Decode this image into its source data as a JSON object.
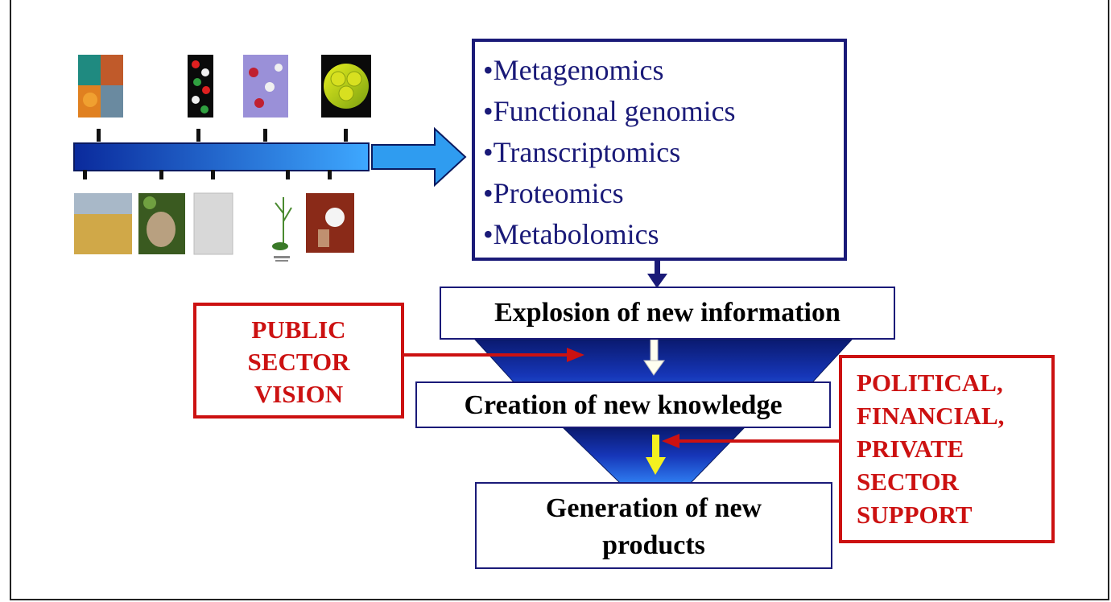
{
  "omics_list": {
    "items": [
      "•Metagenomics",
      "•Functional genomics",
      "•Transcriptomics",
      "•Proteomics",
      "•Metabolomics"
    ]
  },
  "funnel": {
    "stage1": "Explosion of new information",
    "stage2": "Creation of new knowledge",
    "stage3_line1": "Generation of new",
    "stage3_line2": "products"
  },
  "public_box": {
    "line1": "PUBLIC",
    "line2": "SECTOR",
    "line3": "VISION"
  },
  "support_box": {
    "line1": "POLITICAL,",
    "line2": "FINANCIAL,",
    "line3": "PRIVATE",
    "line4": "SECTOR",
    "line5": "SUPPORT"
  },
  "images_above": [
    "colorful-biomolecule-collage-image",
    "dna-helix-model-image",
    "protein-molecules-image",
    "cell-cluster-image"
  ],
  "images_below": [
    "wheat-field-image",
    "tuber-plant-image",
    "micrograph-image",
    "arabidopsis-plant-image",
    "cotton-boll-image"
  ],
  "colors": {
    "navy": "#1a1a78",
    "red": "#cc1111",
    "timeline_light": "#3ea8ff",
    "timeline_dark": "#0a2a9c"
  }
}
